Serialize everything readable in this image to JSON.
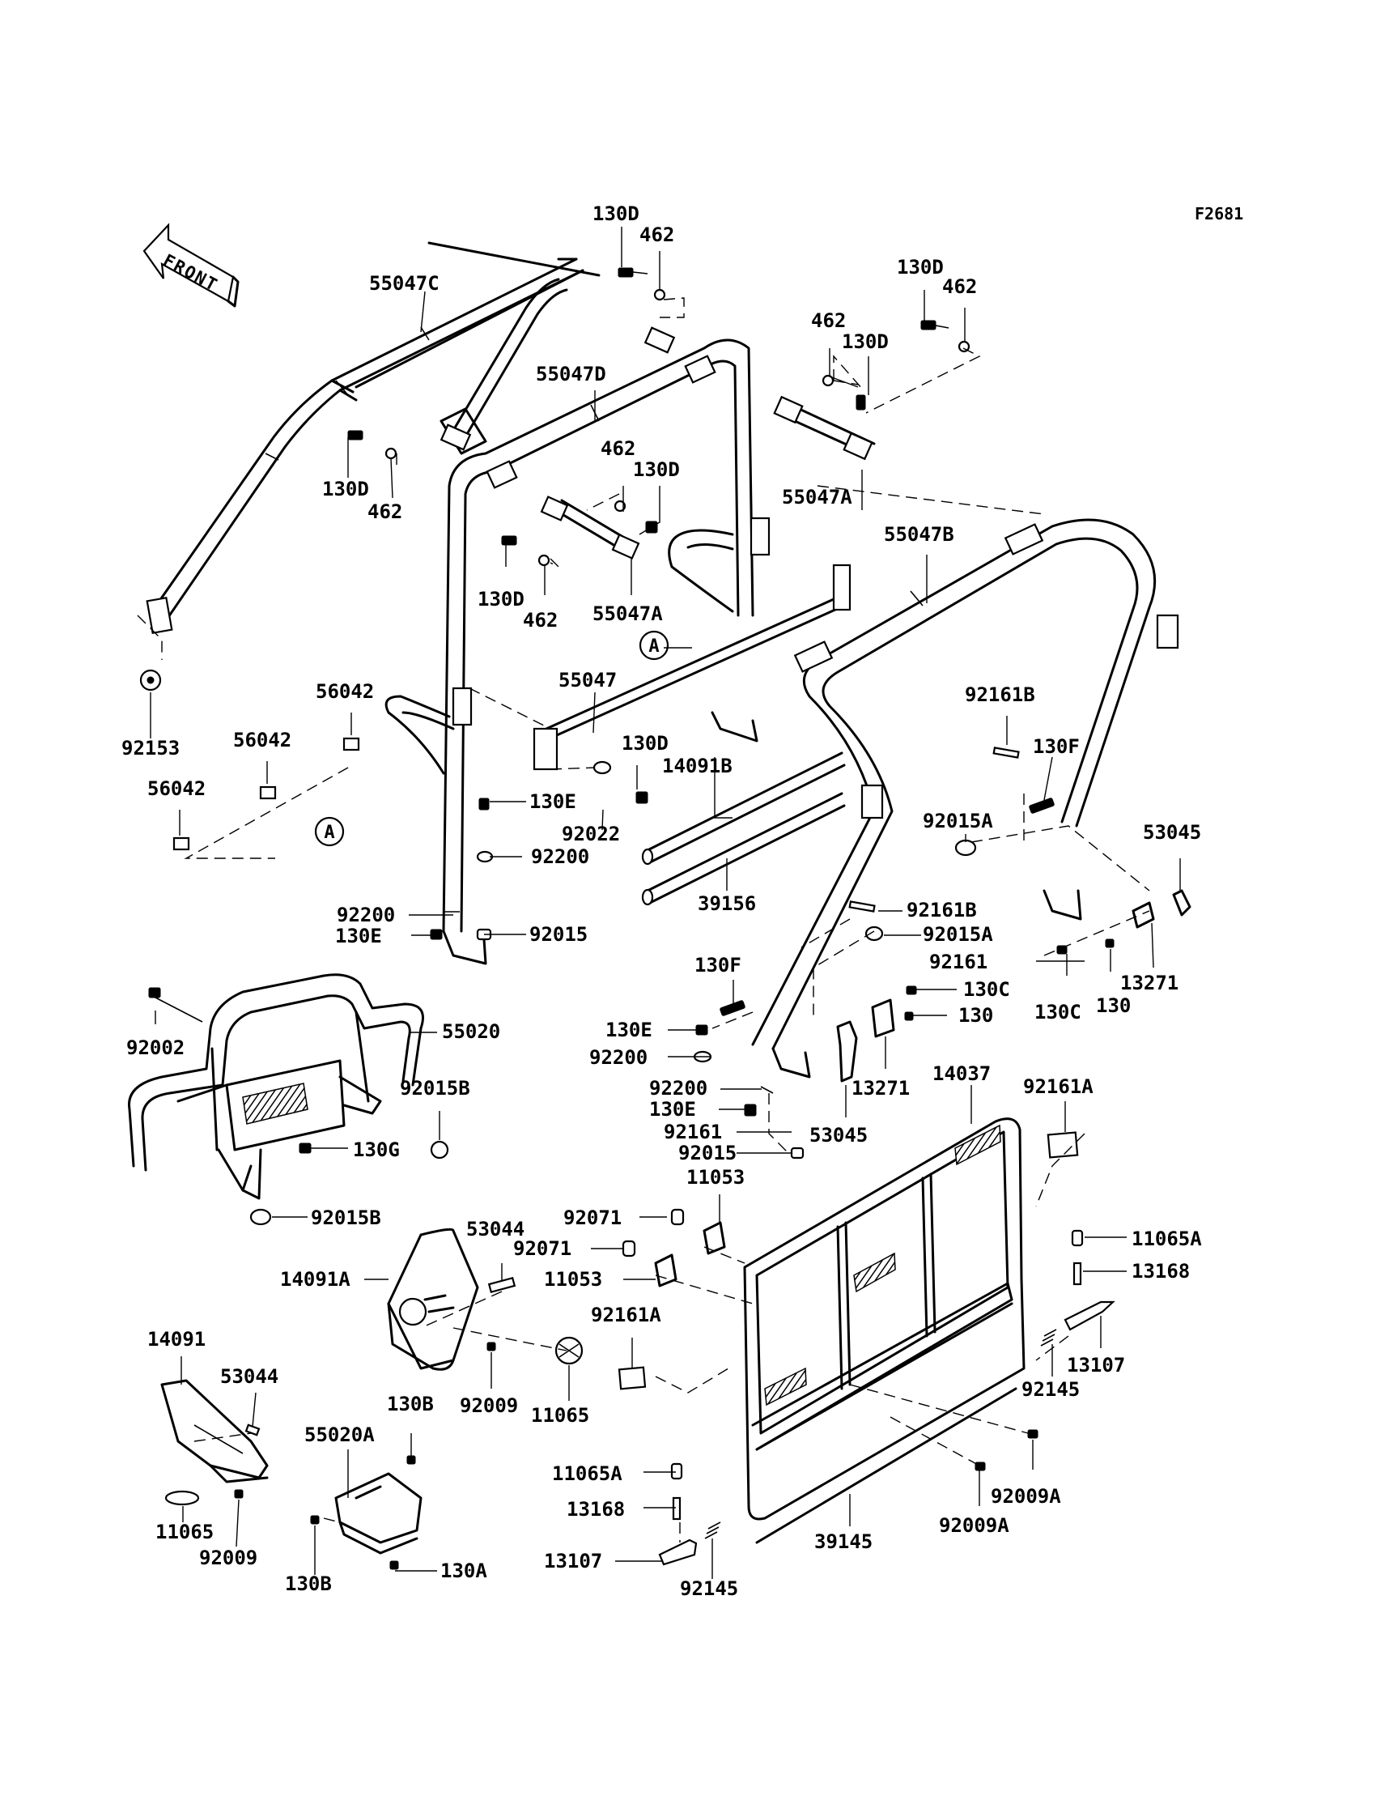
{
  "figure_code": "F2681",
  "front_arrow": "FRONT",
  "reference_mark": "A",
  "labels": {
    "l01": "130D",
    "l02": "462",
    "l03": "130D",
    "l04": "462",
    "l05": "462",
    "l06": "130D",
    "l07": "55047C",
    "l08": "55047D",
    "l09": "55047A",
    "l10": "130D",
    "l11": "462",
    "l12": "462",
    "l13": "130D",
    "l14": "55047B",
    "l15": "130D",
    "l16": "462",
    "l17": "55047A",
    "l18": "55047",
    "l19": "92153",
    "l20": "56042",
    "l21": "56042",
    "l22": "56042",
    "l23": "130D",
    "l24": "14091B",
    "l25": "92161B",
    "l26": "130F",
    "l27": "130E",
    "l28": "92022",
    "l29": "92015A",
    "l30": "53045",
    "l31": "92200",
    "l32": "39156",
    "l33": "92200",
    "l34": "130E",
    "l35": "92015",
    "l36": "92161B",
    "l37": "92015A",
    "l38": "92161",
    "l39": "13271",
    "l40": "130F",
    "l41": "130C",
    "l42": "130C",
    "l43": "130",
    "l44": "92002",
    "l45": "55020",
    "l46": "130E",
    "l47": "130",
    "l48": "92015B",
    "l49": "92200",
    "l50": "14037",
    "l51": "92161A",
    "l52": "92200",
    "l53": "13271",
    "l54": "130E",
    "l55": "130G",
    "l56": "92161",
    "l57": "53045",
    "l58": "92015",
    "l59": "11053",
    "l60": "92015B",
    "l61": "92071",
    "l62": "53044",
    "l63": "11065A",
    "l64": "92071",
    "l65": "13168",
    "l66": "14091A",
    "l67": "11053",
    "l68": "92161A",
    "l69": "14091",
    "l70": "13107",
    "l71": "53044",
    "l72": "92145",
    "l73": "92009",
    "l74": "11065",
    "l75": "130B",
    "l76": "55020A",
    "l77": "92009A",
    "l78": "11065A",
    "l79": "13168",
    "l80": "11065",
    "l81": "92009A",
    "l82": "92009",
    "l83": "39145",
    "l84": "130B",
    "l85": "130A",
    "l86": "13107",
    "l87": "92145"
  }
}
